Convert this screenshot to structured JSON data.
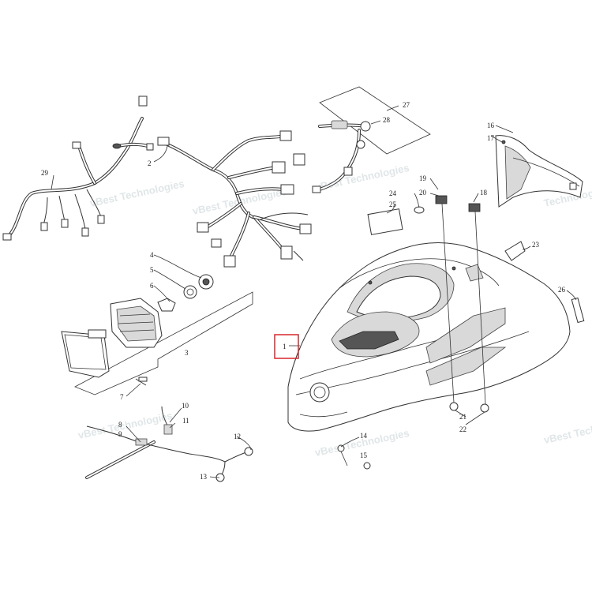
{
  "callouts": {
    "c1": "1",
    "c2": "2",
    "c3": "3",
    "c4": "4",
    "c5": "5",
    "c6": "6",
    "c7": "7",
    "c8": "8",
    "c9": "9",
    "c10": "10",
    "c11": "11",
    "c12": "12",
    "c13": "13",
    "c14": "14",
    "c15": "15",
    "c16": "16",
    "c17": "17",
    "c18": "18",
    "c19": "19",
    "c20": "20",
    "c21": "21",
    "c22": "22",
    "c23": "23",
    "c24": "24",
    "c25": "25",
    "c26": "26",
    "c27": "27",
    "c28": "28",
    "c29": "29"
  },
  "watermark": {
    "line1": "vBest Technologies",
    "line2": "Technologies"
  },
  "highlight_color": "#d9262b"
}
